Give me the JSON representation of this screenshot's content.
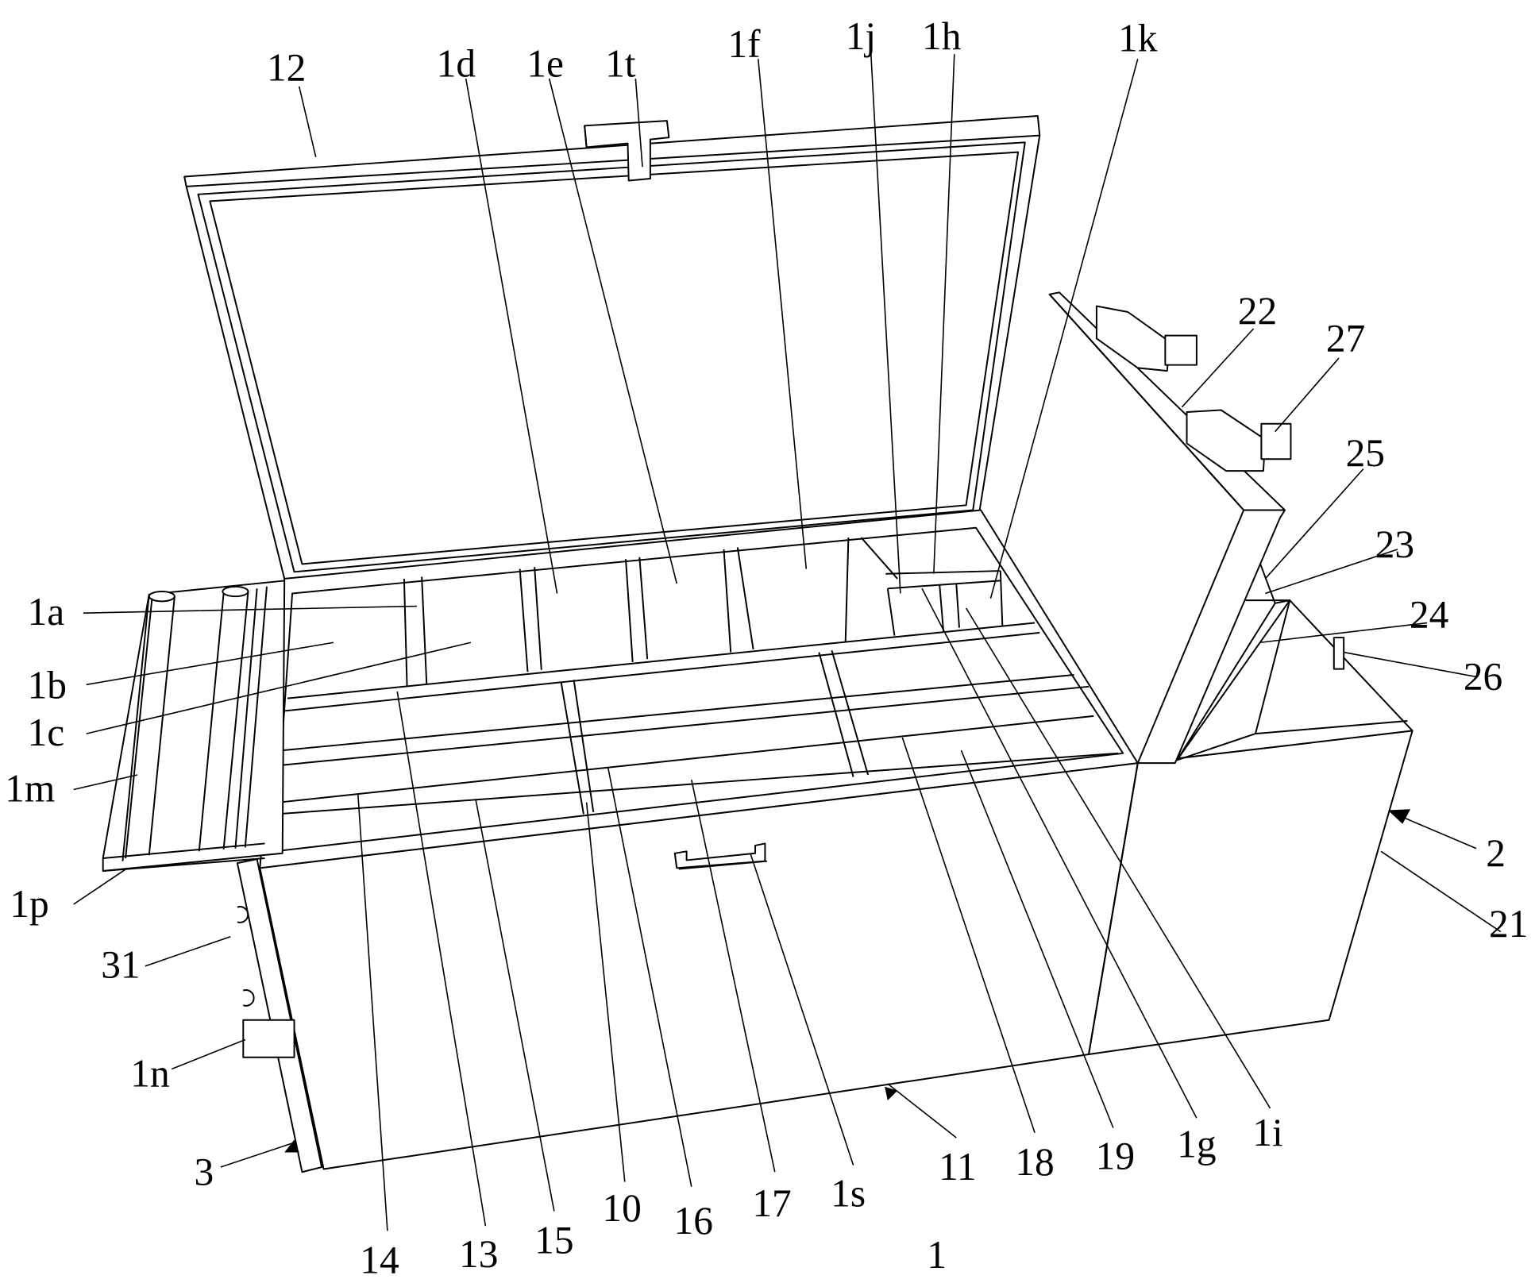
{
  "figure": {
    "labels": {
      "l12": "12",
      "l1d": "1d",
      "l1e": "1e",
      "l1t": "1t",
      "l1f": "1f",
      "l1j": "1j",
      "l1h": "1h",
      "l1k": "1k",
      "l22": "22",
      "l27": "27",
      "l25": "25",
      "l23": "23",
      "l24": "24",
      "l26": "26",
      "l1a": "1a",
      "l1b": "1b",
      "l1c": "1c",
      "l1m": "1m",
      "l1p": "1p",
      "l31": "31",
      "l1n": "1n",
      "l3": "3",
      "l14": "14",
      "l13": "13",
      "l15": "15",
      "l10": "10",
      "l16": "16",
      "l17": "17",
      "l1s": "1s",
      "l1": "1",
      "l11": "11",
      "l18": "18",
      "l19": "19",
      "l1g": "1g",
      "l1i": "1i",
      "l2": "2",
      "l21": "21"
    }
  }
}
